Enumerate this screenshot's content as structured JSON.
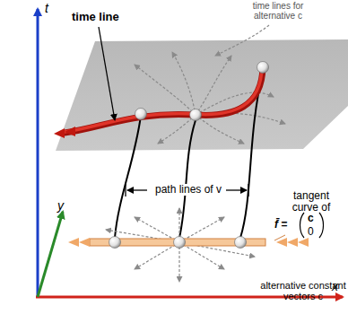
{
  "diagram": {
    "labels": [
      "t",
      "time line",
      "time lines for alternative c",
      "path lines of v",
      "tangent curve of",
      "f̄ =",
      "c",
      "0",
      "alternative constant vectors c",
      "y",
      "x"
    ]
  }
}
